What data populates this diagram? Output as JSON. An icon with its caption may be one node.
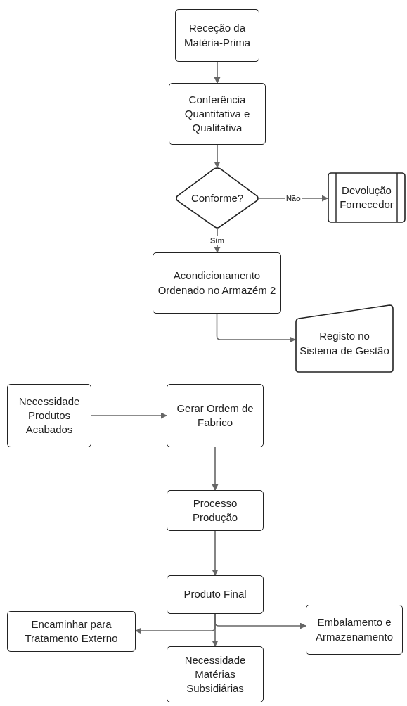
{
  "diagram": {
    "nodes": [
      {
        "text": [
          "Receção da Matéria-Prima"
        ]
      },
      {
        "text": [
          "Conferência Quantitativa e Qualitativa"
        ]
      },
      {
        "text": [
          "Conforme?"
        ]
      },
      {
        "text": [
          "Devolução Fornecedor"
        ]
      },
      {
        "text": [
          "Acondicionamento Ordenado no Armazém 2"
        ]
      },
      {
        "text": [
          "Registo no Sistema de Gestão"
        ]
      },
      {
        "text": [
          "Necessidade Produtos Acabados"
        ]
      },
      {
        "text": [
          "Gerar Ordem de Fabrico"
        ]
      },
      {
        "text": [
          "Processo Produção"
        ]
      },
      {
        "text": [
          "Produto Final"
        ]
      },
      {
        "text": [
          "Encaminhar para Tratamento Externo"
        ]
      },
      {
        "text": [
          "Embalamento e Armazenamento"
        ]
      },
      {
        "text": [
          "Necessidade Matérias Subsidiárias"
        ]
      }
    ],
    "edges": [
      {
        "from": 0,
        "to": 1,
        "arrow": "to"
      },
      {
        "from": 1,
        "to": 2,
        "arrow": "to"
      },
      {
        "from": 2,
        "to": 3,
        "arrow": "to",
        "label": "Não"
      },
      {
        "from": 2,
        "to": 4,
        "arrow": "to",
        "label": "Sim"
      },
      {
        "from": 4,
        "to": 5,
        "arrow": "to"
      },
      {
        "from": 6,
        "to": 7,
        "arrow": "to"
      },
      {
        "from": 7,
        "to": 8,
        "arrow": "to"
      },
      {
        "from": 8,
        "to": 9,
        "arrow": "to"
      },
      {
        "from": 9,
        "to": 10,
        "arrow": "to"
      },
      {
        "from": 9,
        "to": 11,
        "arrow": "to"
      },
      {
        "from": 9,
        "to": 12,
        "arrow": "to"
      }
    ]
  }
}
